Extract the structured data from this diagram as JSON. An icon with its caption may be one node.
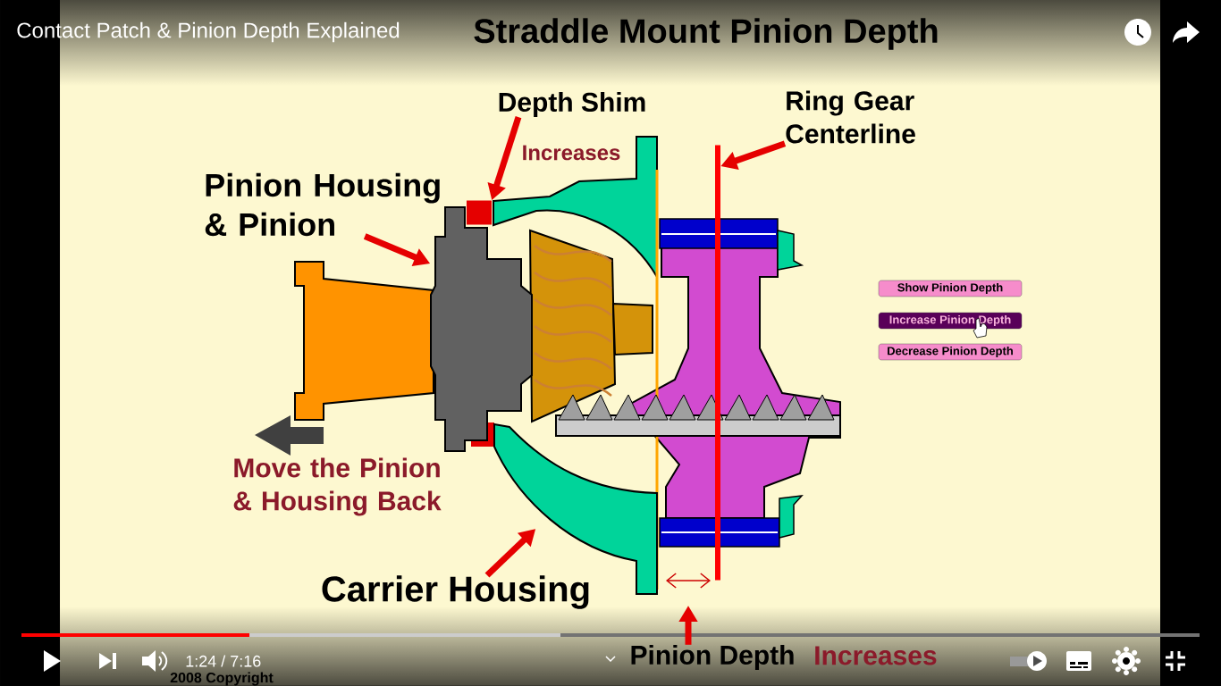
{
  "diagram": {
    "title": "Straddle Mount Pinion Depth",
    "nodes": [
      {
        "text": [
          "Depth Shim"
        ]
      },
      {
        "text": [],
        "shape": "box"
      },
      {
        "text": [
          "Pinion Housing & Pinion"
        ]
      },
      {
        "text": [],
        "shape": "picture"
      },
      {
        "text": [
          "Ring Gear Centerline"
        ]
      },
      {
        "text": [],
        "shape": "bar"
      },
      {
        "text": [
          "Carrier Housing"
        ]
      },
      {
        "text": [],
        "shape": "picture"
      },
      {
        "text": [
          "Pinion Depth"
        ]
      },
      {
        "text": [
          "Show Pinion Depth"
        ]
      },
      {
        "text": [
          "Increase Pinion Depth"
        ]
      },
      {
        "text": [
          "Decrease Pinion Depth"
        ]
      }
    ],
    "edges": [
      {
        "from": 0,
        "to": 1,
        "arrow": "to"
      },
      {
        "from": 2,
        "to": 3,
        "arrow": "to"
      },
      {
        "from": 4,
        "to": 5,
        "arrow": "to"
      },
      {
        "from": 6,
        "to": 7,
        "arrow": "to"
      },
      {
        "from": 8,
        "to": null,
        "arrow": "to"
      }
    ],
    "labels": [
      "Contact Patch & Pinion Depth Explained",
      "Increases",
      "Move the Pinion & Housing Back",
      "1:24 / 7:16",
      "Increases",
      "2008 Copyright"
    ]
  }
}
